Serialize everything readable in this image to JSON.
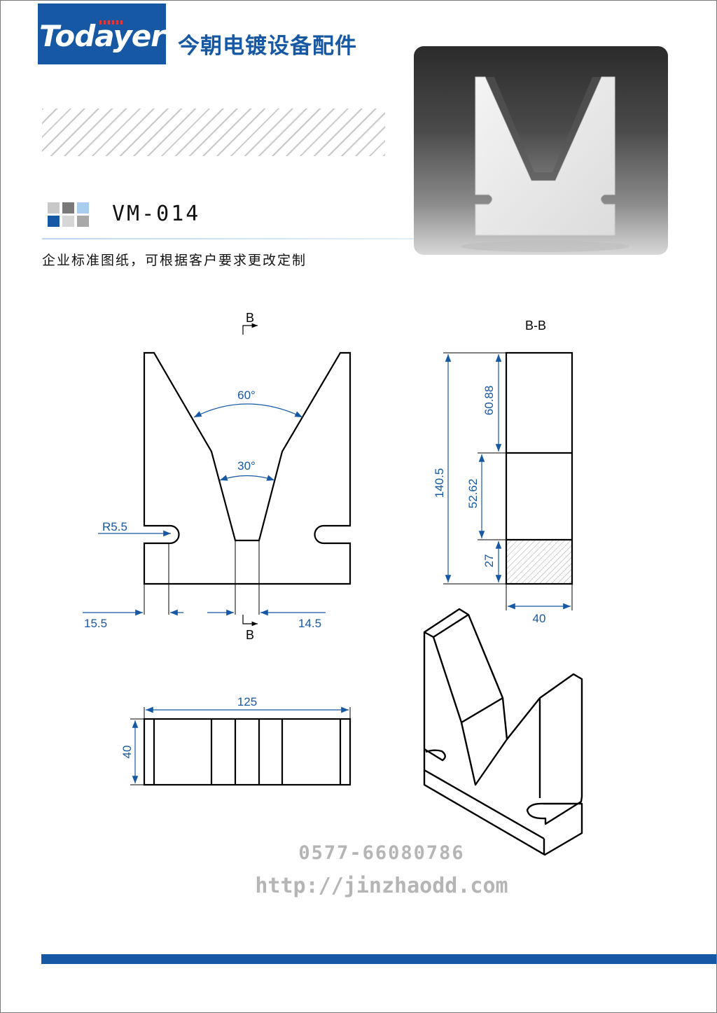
{
  "brand": {
    "logo_text": "Todayer",
    "company_name": "今朝电镀设备配件",
    "brand_color": "#1658a4"
  },
  "product": {
    "model": "VM-014",
    "note": "企业标准图纸，可根据客户要求更改定制"
  },
  "swatches": [
    "#c8c8c8",
    "#7a7a7a",
    "#a9cdee",
    "#1658a4",
    "#d6d6d6",
    "#a8a8a8"
  ],
  "drawing": {
    "section_mark_top": "B",
    "section_mark_bottom": "B",
    "section_title": "B-B",
    "angle_outer": "60°",
    "angle_inner": "30°",
    "radius": "R5.5",
    "dim_left": "15.5",
    "dim_right": "14.5",
    "dim_total_height": "140.5",
    "dim_upper": "60.88",
    "dim_middle": "52.62",
    "dim_lower": "27",
    "dim_thickness": "40",
    "dim_length": "125",
    "dim_height_plan": "40",
    "line_color": "#000000",
    "dimension_color": "#1658a4"
  },
  "contact": {
    "phone": "0577-66080786",
    "website": "http://jinzhaodd.com"
  }
}
